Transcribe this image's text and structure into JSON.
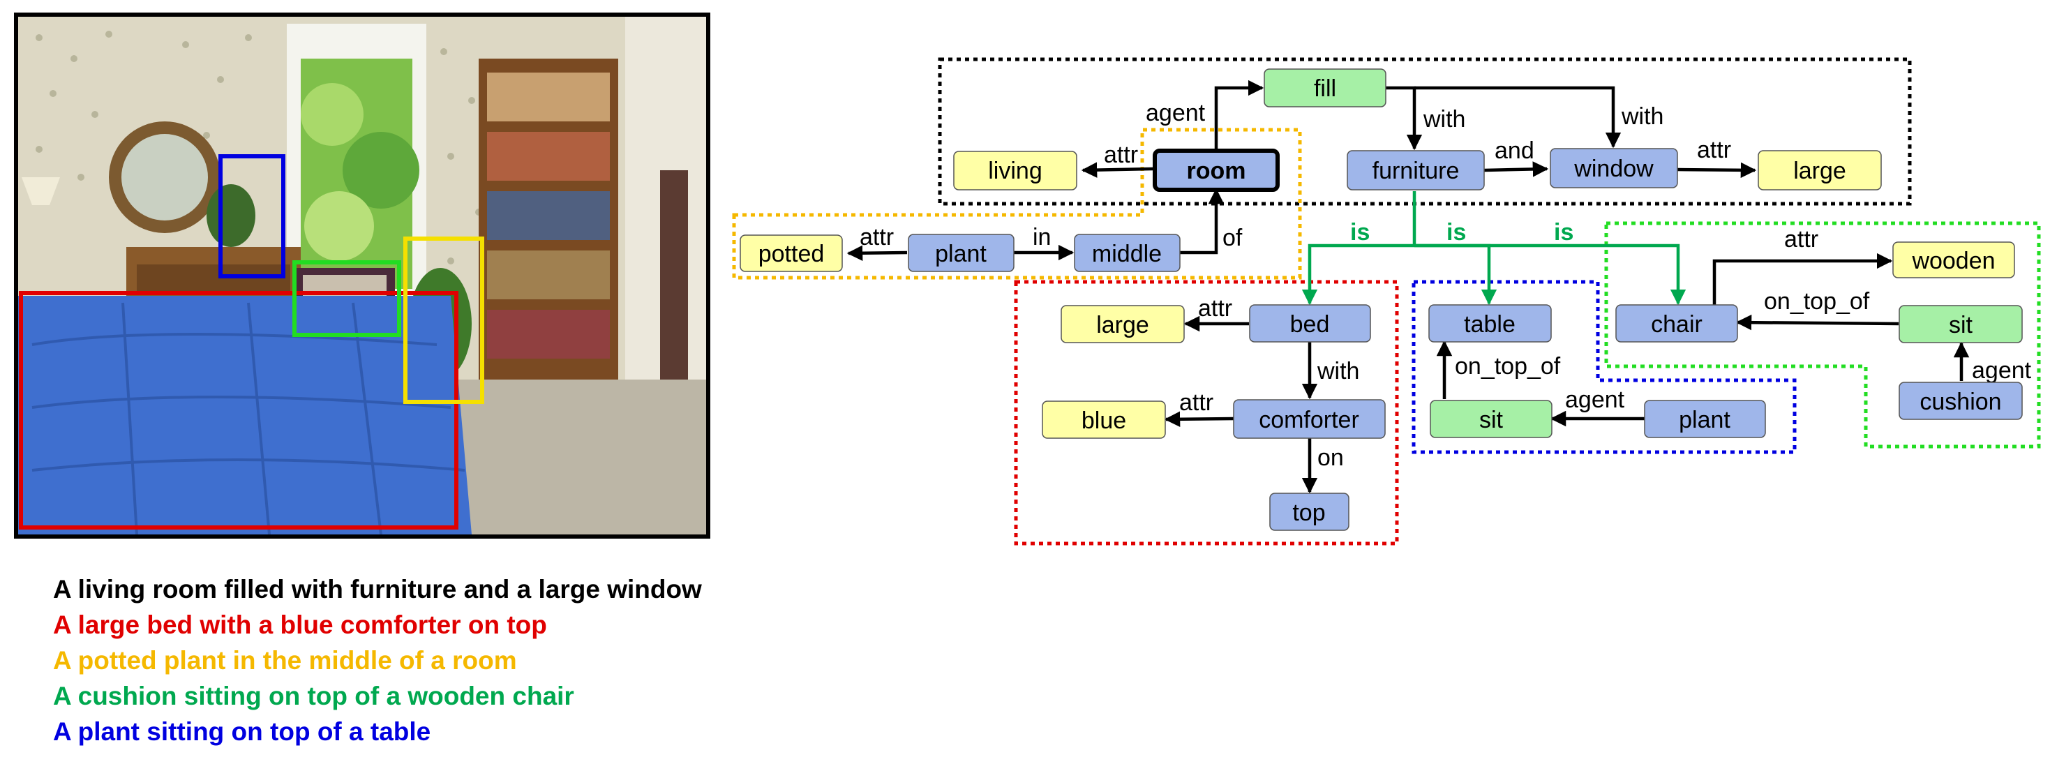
{
  "colors": {
    "object_node": "#9fb6ea",
    "attribute_node": "#ffffa6",
    "relation_node": "#a6f0a6",
    "caption_black": "#000000",
    "caption_red": "#e00000",
    "caption_orange": "#f5b800",
    "caption_green": "#00a84f",
    "caption_blue": "#0000e0",
    "box_black": "#000000",
    "box_orange": "#f5b800",
    "box_red": "#e00000",
    "box_blue": "#0000e0",
    "box_green": "#22dd22"
  },
  "captions": [
    {
      "text": "A living room filled with furniture and a large window",
      "color": "#000000"
    },
    {
      "text": "A large bed with a blue comforter on top",
      "color": "#e00000"
    },
    {
      "text": "A potted plant in the middle of a room",
      "color": "#f5b800"
    },
    {
      "text": "A cushion sitting on top of a wooden chair",
      "color": "#00a84f"
    },
    {
      "text": "A plant sitting on top of a table",
      "color": "#0000e0"
    }
  ],
  "graph": {
    "nodes": {
      "fill": "fill",
      "living": "living",
      "room": "room",
      "furniture": "furniture",
      "window": "window",
      "large_top": "large",
      "potted": "potted",
      "plant_left": "plant",
      "middle": "middle",
      "large_bed": "large",
      "bed": "bed",
      "blue": "blue",
      "comforter": "comforter",
      "top": "top",
      "table": "table",
      "sit_table": "sit",
      "plant_right": "plant",
      "chair": "chair",
      "wooden": "wooden",
      "sit_chair": "sit",
      "cushion": "cushion"
    },
    "edge_labels": {
      "agent_room_fill": "agent",
      "attr_room_living": "attr",
      "with_fill_furniture": "with",
      "with_fill_window": "with",
      "and_furniture_window": "and",
      "attr_window_large": "attr",
      "attr_plant_potted": "attr",
      "in_plant_middle": "in",
      "of_middle_room": "of",
      "is_bed": "is",
      "is_table": "is",
      "is_chair": "is",
      "attr_bed_large": "attr",
      "with_bed_comforter": "with",
      "attr_comforter_blue": "attr",
      "on_comforter_top": "on",
      "on_top_of_sit_table": "on_top_of",
      "agent_plant_sit": "agent",
      "attr_chair_wooden": "attr",
      "on_top_of_sit_chair": "on_top_of",
      "agent_cushion_sit": "agent"
    }
  }
}
